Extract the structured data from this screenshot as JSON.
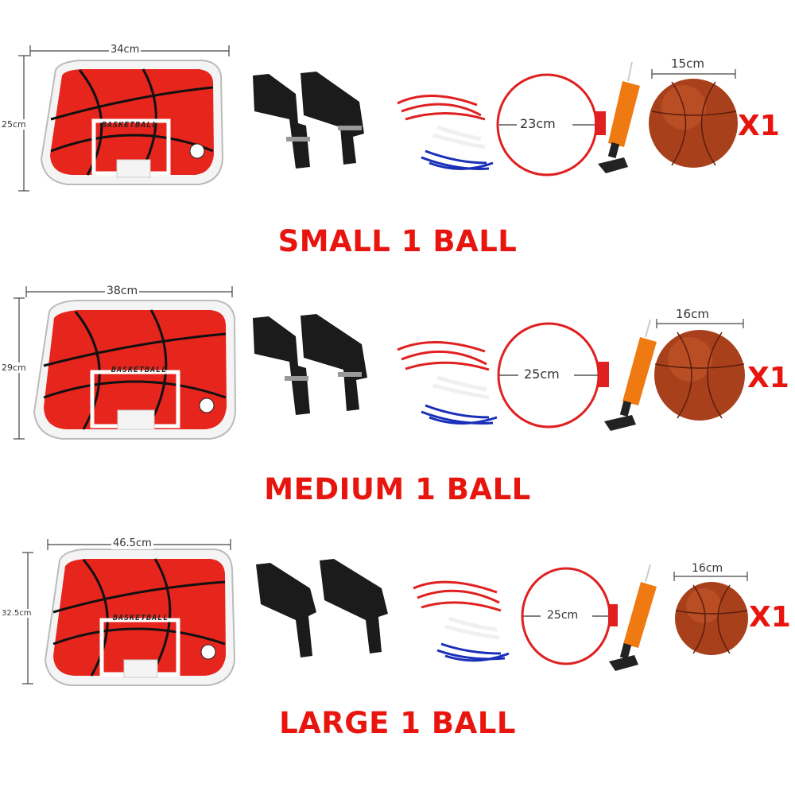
{
  "colors": {
    "accent_red": "#e8150f",
    "backboard_red": "#e6251c",
    "ball_brown": "#a8401c",
    "net_red": "#e02020",
    "net_blue": "#1a2fb8",
    "pump_orange": "#f07a12"
  },
  "icons": [
    "backboard",
    "mounting-bracket",
    "net",
    "rim",
    "pump",
    "ball"
  ],
  "sets": [
    {
      "title": "SMALL 1 BALL",
      "backboard_width": "34cm",
      "backboard_height": "25cm",
      "backboard_text": "BASKETBALL",
      "rim_diameter": "23cm",
      "ball_diameter": "15cm",
      "ball_qty": "X1"
    },
    {
      "title": "MEDIUM 1 BALL",
      "backboard_width": "38cm",
      "backboard_height": "29cm",
      "backboard_text": "BASKETBALL",
      "rim_diameter": "25cm",
      "ball_diameter": "16cm",
      "ball_qty": "X1"
    },
    {
      "title": "LARGE 1 BALL",
      "backboard_width": "46.5cm",
      "backboard_height": "32.5cm",
      "backboard_text": "BASKETBALL",
      "rim_diameter": "25cm",
      "ball_diameter": "16cm",
      "ball_qty": "X1"
    }
  ]
}
